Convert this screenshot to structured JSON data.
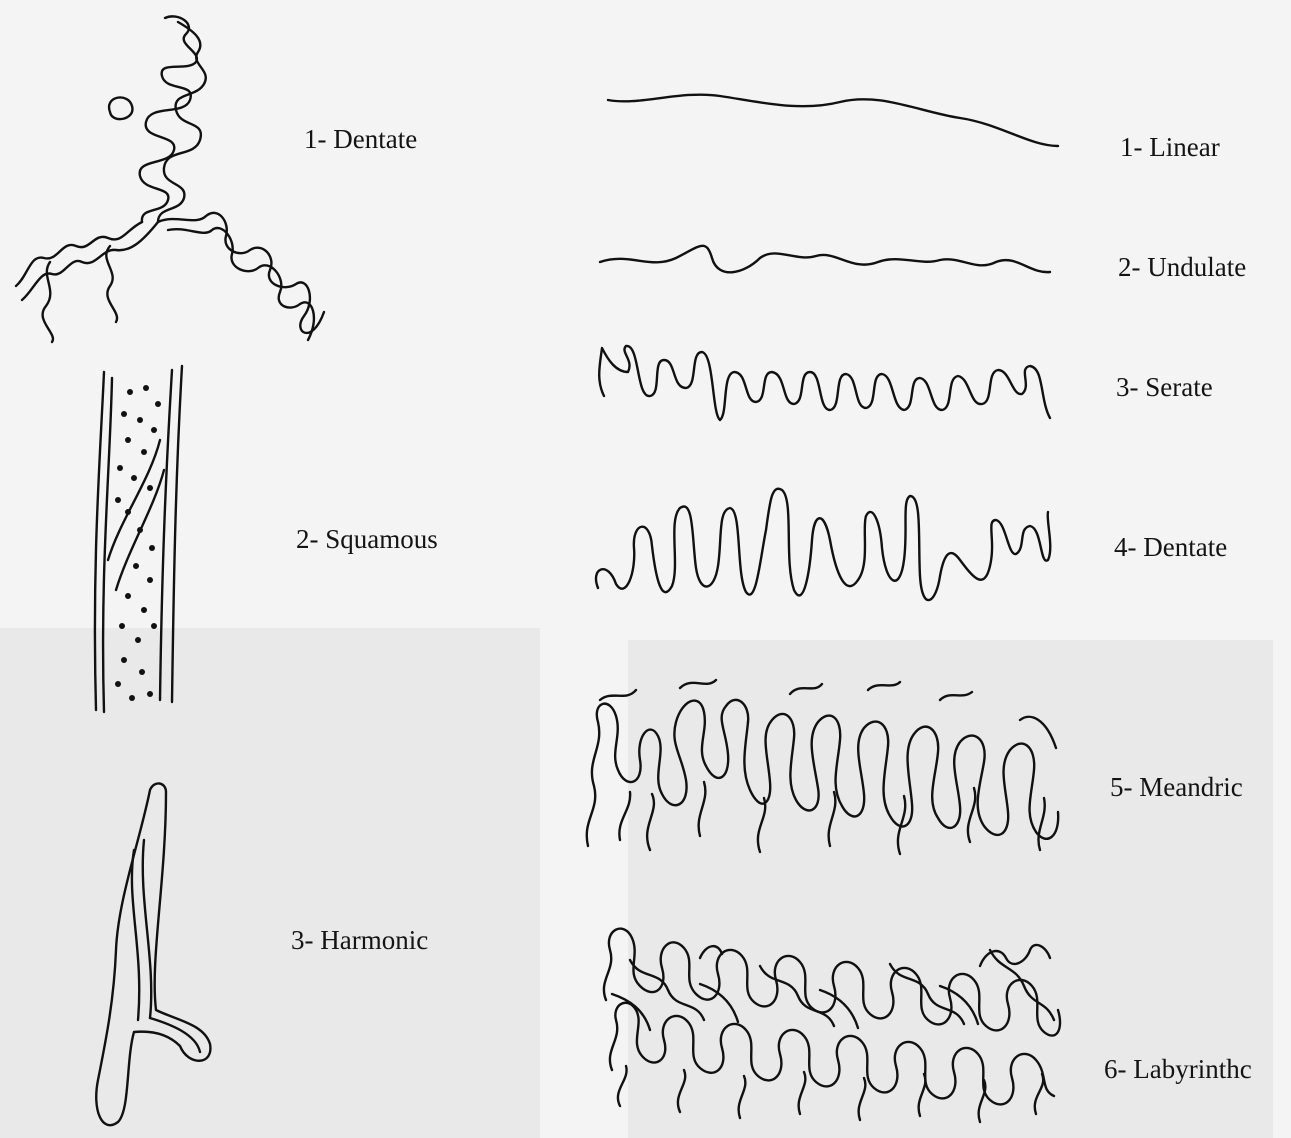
{
  "left_column": {
    "items": [
      {
        "number": "1-",
        "name": "Dentate"
      },
      {
        "number": "2-",
        "name": "Squamous"
      },
      {
        "number": "3-",
        "name": "Harmonic"
      }
    ]
  },
  "right_column": {
    "items": [
      {
        "number": "1-",
        "name": "Linear"
      },
      {
        "number": "2-",
        "name": "Undulate"
      },
      {
        "number": "3-",
        "name": "Serate"
      },
      {
        "number": "4-",
        "name": "Dentate"
      },
      {
        "number": "5-",
        "name": "Meandric"
      },
      {
        "number": "6-",
        "name": "Labyrinthc"
      }
    ]
  },
  "colors": {
    "ink": "#111111",
    "paper": "#f4f4f4",
    "shade": "#e9e9e9"
  }
}
